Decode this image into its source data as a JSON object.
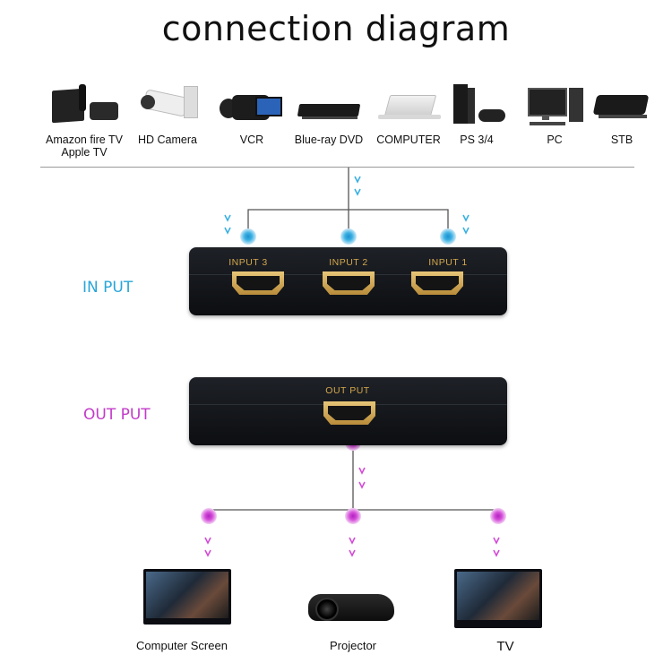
{
  "title": "connection diagram",
  "sources": [
    {
      "label": "Amazon fire TV\nApple TV",
      "icon": "streaming-box-icon"
    },
    {
      "label": "HD Camera",
      "icon": "security-camera-icon"
    },
    {
      "label": "VCR",
      "icon": "camcorder-icon"
    },
    {
      "label": "Blue-ray DVD",
      "icon": "bluray-player-icon"
    },
    {
      "label": "COMPUTER",
      "icon": "laptop-icon"
    },
    {
      "label": "PS 3/4",
      "icon": "game-console-icon"
    },
    {
      "label": "PC",
      "icon": "desktop-pc-icon"
    },
    {
      "label": "STB",
      "icon": "set-top-box-icon"
    }
  ],
  "input_label": "IN PUT",
  "output_label": "OUT PUT",
  "input_ports": [
    "INPUT  3",
    "INPUT  2",
    "INPUT  1"
  ],
  "output_port": "OUT PUT",
  "outputs": [
    {
      "label": "Computer Screen",
      "icon": "monitor-icon"
    },
    {
      "label": "Projector",
      "icon": "projector-icon"
    },
    {
      "label": "TV",
      "icon": "tv-icon"
    }
  ],
  "colors": {
    "input_accent": "#29a6d8",
    "output_accent": "#c33bc9",
    "port_gold": "#d4a84c"
  }
}
